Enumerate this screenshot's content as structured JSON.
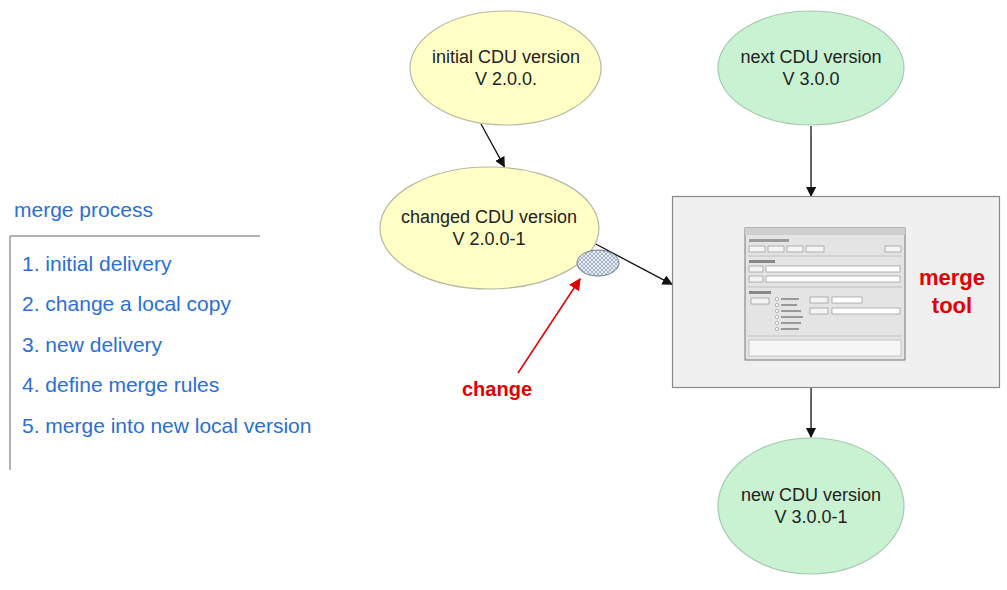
{
  "diagram": {
    "nodes": [
      {
        "text": [
          "initial CDU version V 2.0.0."
        ]
      },
      {
        "text": [
          "next CDU version V 3.0.0"
        ]
      },
      {
        "text": [
          "changed CDU version V 2.0.0-1"
        ]
      },
      {
        "text": [
          "merge tool"
        ]
      },
      {
        "text": [
          "new CDU version V 3.0.0-1"
        ]
      }
    ],
    "edges": [
      {
        "from": 0,
        "to": 2,
        "arrow": "to"
      },
      {
        "from": 1,
        "to": 3,
        "arrow": "to"
      },
      {
        "from": 2,
        "to": 3,
        "arrow": "to"
      },
      {
        "from": 3,
        "to": 4,
        "arrow": "to"
      }
    ],
    "labels": [
      "merge process",
      "1. initial delivery",
      "2. change a local copy",
      "3. new delivery",
      "4. define merge rules",
      "5. merge into new local version",
      "change"
    ]
  }
}
